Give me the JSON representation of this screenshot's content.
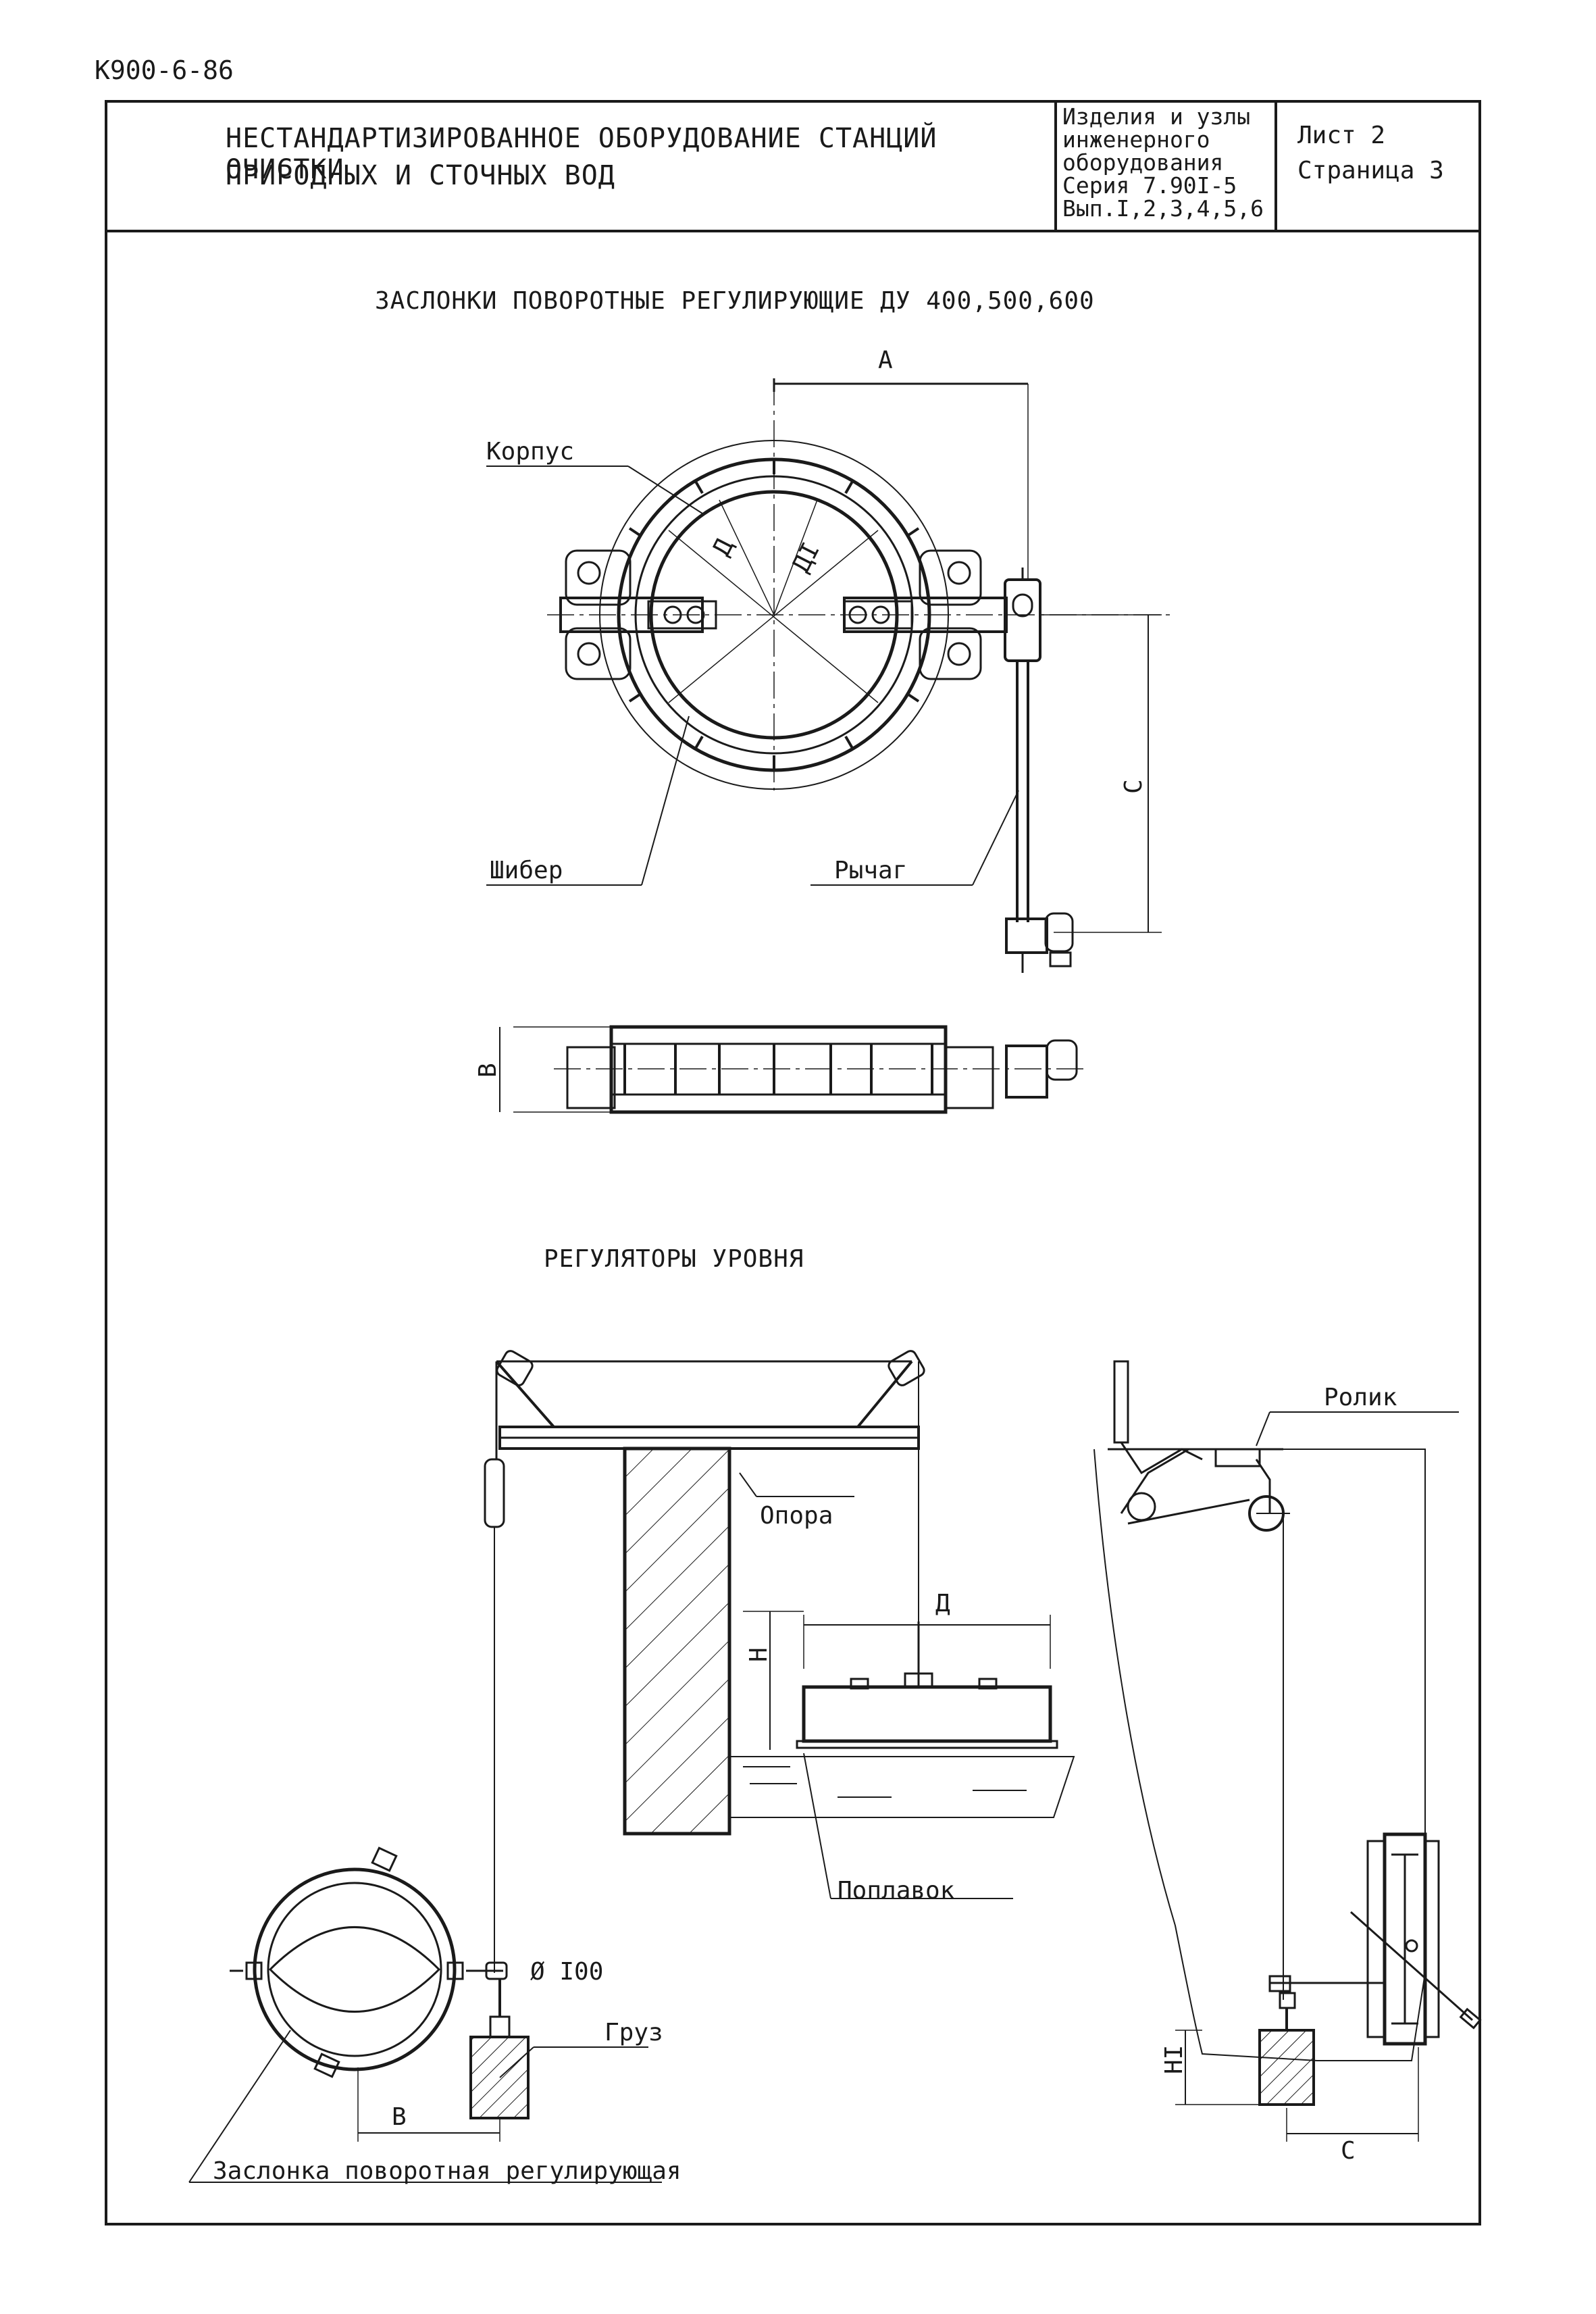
{
  "document": {
    "code": "К900-6-86",
    "title_line1": "НЕСТАНДАРТИЗИРОВАННОЕ ОБОРУДОВАНИЕ СТАНЦИЙ ОЧИСТКИ",
    "title_line2": "ПРИРОДНЫХ И СТОЧНЫХ ВОД",
    "series_line1": "Изделия и узлы",
    "series_line2": "инженерного",
    "series_line3": "оборудования",
    "series_line4": "Серия 7.90I-5",
    "series_line5": "Вып.I,2,3,4,5,6",
    "sheet": "Лист 2",
    "page": "Страница 3"
  },
  "section1": {
    "caption": "ЗАСЛОНКИ ПОВОРОТНЫЕ РЕГУЛИРУЮЩИЕ ДУ 400,500,600",
    "labels": {
      "dim_a": "А",
      "body": "Корпус",
      "dia_d": "Д",
      "dia_d1": "ДI",
      "dim_c": "С",
      "gate": "Шибер",
      "lever": "Рычаг",
      "dim_b": "В"
    }
  },
  "section2": {
    "caption": "РЕГУЛЯТОРЫ УРОВНЯ",
    "labels": {
      "roller": "Ролик",
      "support": "Опора",
      "dim_d": "Д",
      "dim_h": "Н",
      "float": "Поплавок",
      "diameter": "Ø I00",
      "weight": "Груз",
      "dim_b": "В",
      "damper": "Заслонка поворотная регулирующая",
      "dim_h1": "НI",
      "dim_c": "С"
    }
  }
}
